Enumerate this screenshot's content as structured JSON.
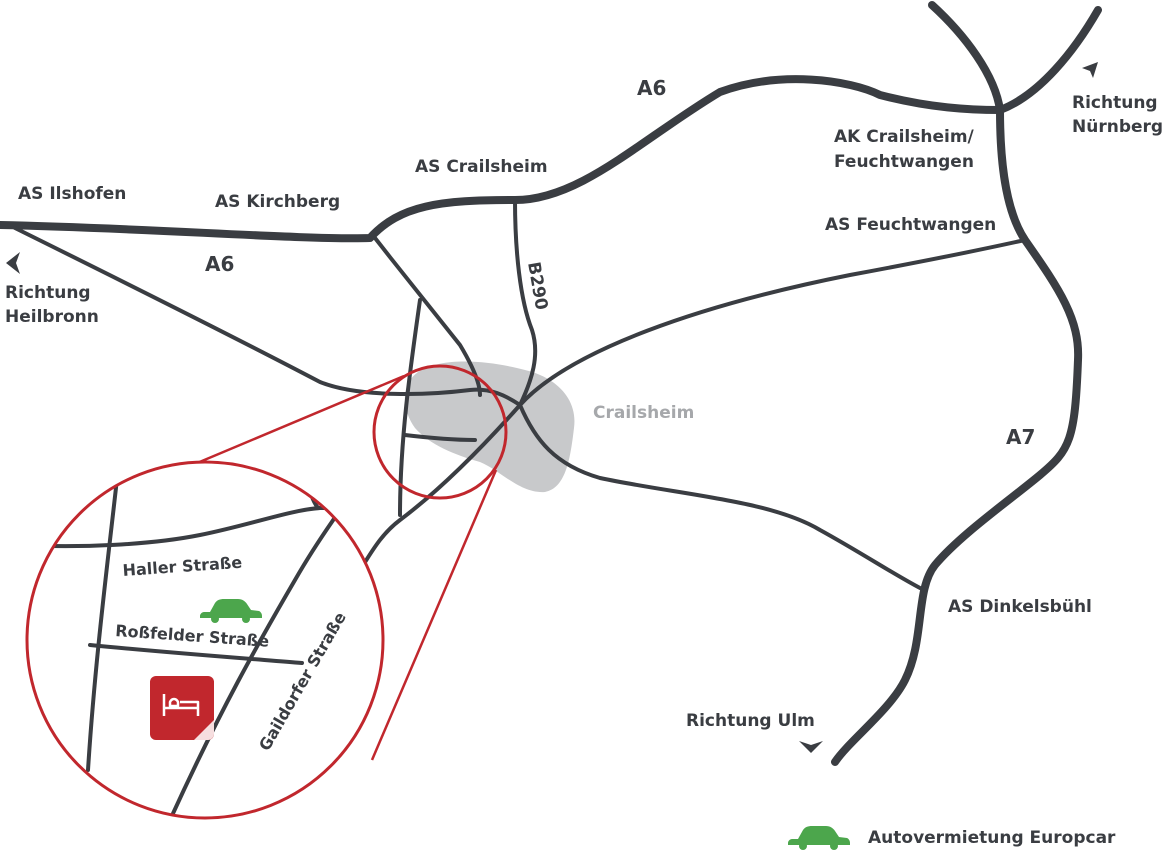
{
  "colors": {
    "road": "#3a3d42",
    "city_area": "#c8c9cb",
    "city_label": "#a6a8ab",
    "accent": "#c1272d",
    "car": "#4ca64c",
    "hotel_icon": "#c1272d"
  },
  "highways": {
    "a6_east": "A6",
    "a6_west": "A6",
    "a7": "A7",
    "b290": "B290"
  },
  "junctions": {
    "ilshofen": "AS Ilshofen",
    "kirchberg": "AS Kirchberg",
    "crailsheim": "AS Crailsheim",
    "ak_line1": "AK Crailsheim/",
    "ak_line2": "Feuchtwangen",
    "feuchtwangen": "AS Feuchtwangen",
    "dinkelsbuehl": "AS Dinkelsbühl"
  },
  "directions": {
    "heilbronn_line1": "Richtung",
    "heilbronn_line2": "Heilbronn",
    "nuernberg_line1": "Richtung",
    "nuernberg_line2": "Nürnberg",
    "ulm": "Richtung Ulm"
  },
  "city": "Crailsheim",
  "inset": {
    "streets": {
      "haller": "Haller Straße",
      "rossfelder": "Roßfelder Straße",
      "gaildorfer": "Gaildorfer Straße"
    },
    "icons": [
      "car-icon",
      "hotel-bed-icon"
    ]
  },
  "legend": {
    "icon": "car-icon",
    "label": "Autovermietung Europcar"
  }
}
